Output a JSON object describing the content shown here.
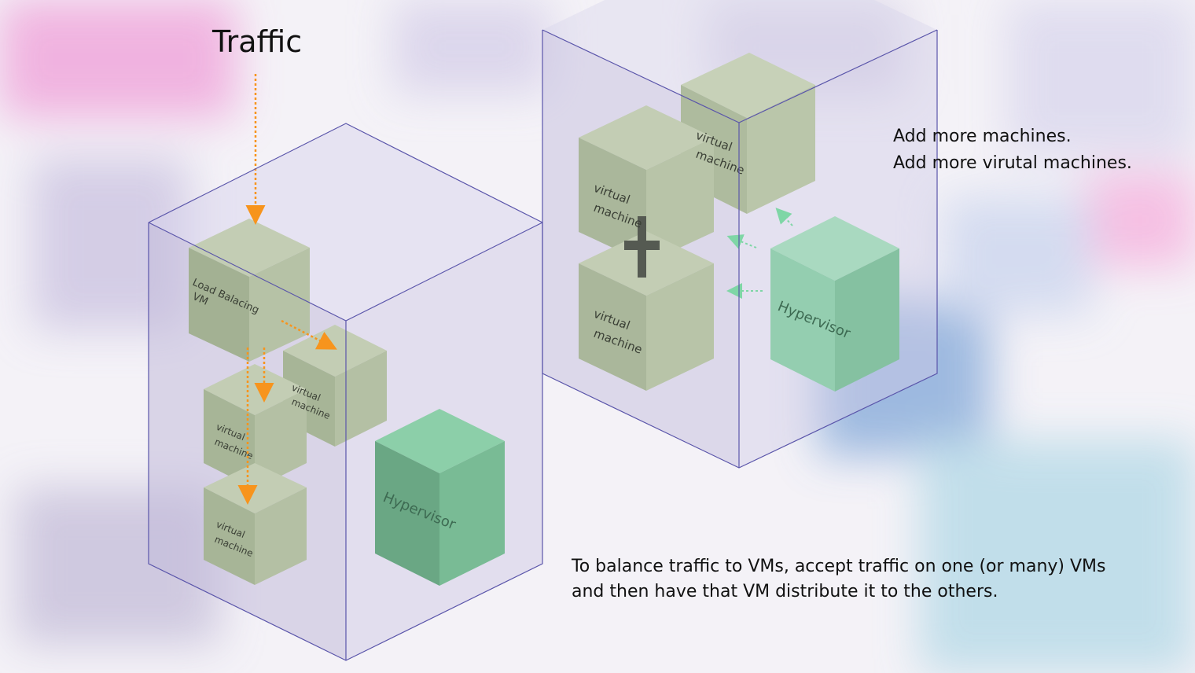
{
  "title": "Traffic",
  "note_scale_out": {
    "line1": "Add more machines.",
    "line2": "Add more virutal machines."
  },
  "note_balance": {
    "line1": "To balance traffic to VMs, accept traffic on one (or many) VMs",
    "line2": "and then have that VM distribute it to the others."
  },
  "labels": {
    "load_balancing_line1": "Load Balacing",
    "load_balancing_line2": "VM",
    "vm_line1": "virtual",
    "vm_line2": "machine",
    "hypervisor": "Hypervisor",
    "plus": "+"
  },
  "colors": {
    "traffic_arrow": "#f7941d",
    "scale_arrow": "#7fd6a6",
    "container_edge": "#5a55aa",
    "vm_cube": "#b3c2a4",
    "hypervisor_cube": "#7cc49c"
  }
}
